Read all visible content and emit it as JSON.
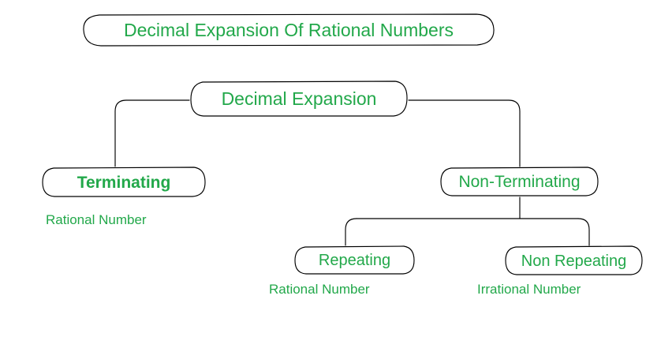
{
  "diagram": {
    "title": "Decimal Expansion Of Rational Numbers",
    "background_color": "#ffffff",
    "text_color": "#22a84a",
    "line_color": "#000000",
    "nodes": {
      "title": "Decimal Expansion Of Rational Numbers",
      "root": "Decimal Expansion",
      "terminating": "Terminating",
      "non_terminating": "Non-Terminating",
      "repeating": "Repeating",
      "non_repeating": "Non Repeating"
    },
    "sublabels": {
      "terminating": "Rational Number",
      "repeating": "Rational Number",
      "non_repeating": "Irrational Number"
    }
  }
}
